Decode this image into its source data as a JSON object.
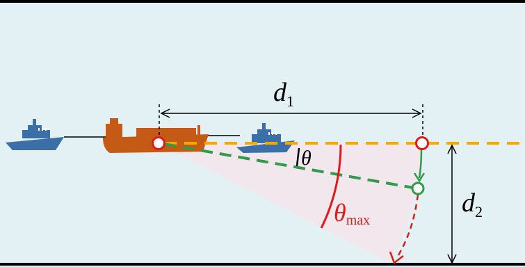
{
  "labels": {
    "d1": "d",
    "d1_sub": "1",
    "d2": "d",
    "d2_sub": "2",
    "theta": "θ",
    "theta_max": "θ",
    "theta_max_sub": "max"
  },
  "colors": {
    "background": "#e3f1f4",
    "tug": "#3b6fa8",
    "cargo_ship": "#c55a16",
    "reference_line": "#f2a900",
    "deviated_line": "#2e9c4a",
    "max_arc": "#e31919",
    "swept_region": "#f1e7ec",
    "marker_red": "#e31919",
    "marker_green": "#2e9c4a"
  }
}
